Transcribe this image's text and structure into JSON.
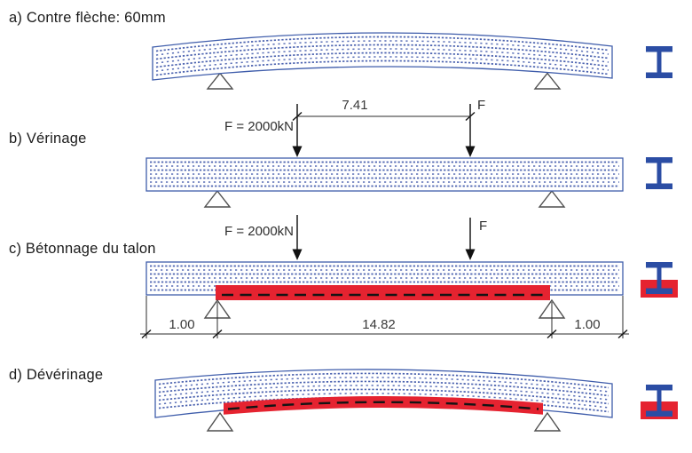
{
  "stages": [
    {
      "key": "a",
      "label": "a) Contre flèche: 60mm",
      "icon": "steel-i-beam-cross-section"
    },
    {
      "key": "b",
      "label": "b) Vérinage",
      "icon": "steel-i-beam-cross-section"
    },
    {
      "key": "c",
      "label": "c) Bétonnage du talon",
      "icon": "steel-i-beam-with-concrete-heel"
    },
    {
      "key": "d",
      "label": "d) Dévérinage",
      "icon": "steel-i-beam-with-concrete-heel"
    }
  ],
  "annotations": {
    "force_left": "F = 2000kN",
    "force_right": "F",
    "dim_jack_spacing": "7.41",
    "dim_overhang_left": "1.00",
    "dim_span": "14.82",
    "dim_overhang_right": "1.00"
  },
  "colors": {
    "steel_blue": "#2b4da4",
    "beam_outline_blue": "#3f5dab",
    "hatch_blue": "#4d64b0",
    "concrete_red": "#e52330",
    "line_black": "#141414",
    "support_gray": "#4f4f4f",
    "text": "#1b1b1b"
  }
}
